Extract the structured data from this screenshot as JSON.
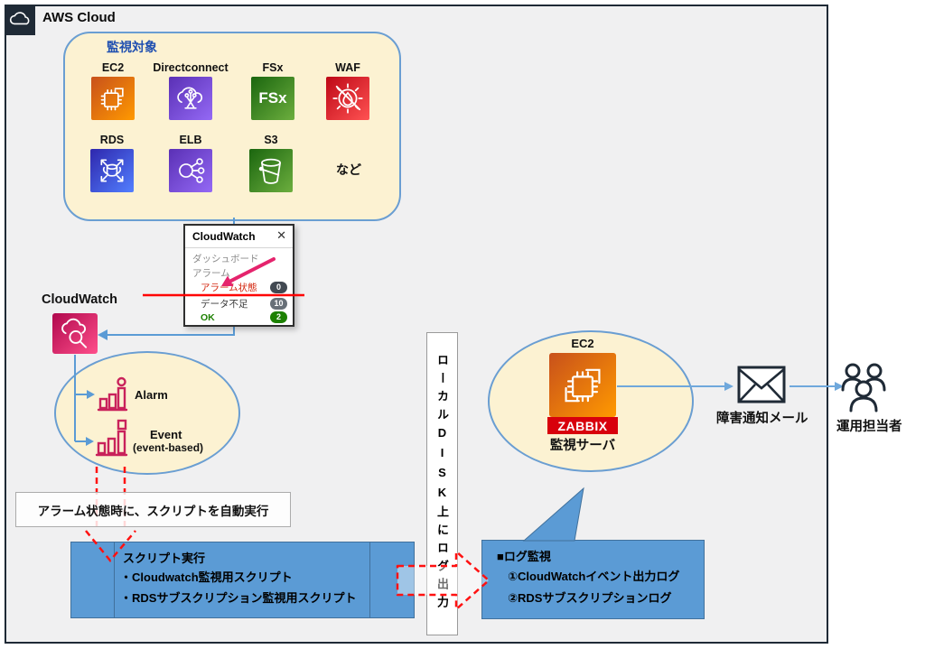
{
  "header": {
    "title": "AWS Cloud"
  },
  "monitoring_targets": {
    "title": "監視対象",
    "etc_label": "など",
    "services": [
      {
        "name": "EC2"
      },
      {
        "name": "Directconnect"
      },
      {
        "name": "FSx",
        "icon_text": "FSx"
      },
      {
        "name": "WAF"
      },
      {
        "name": "RDS"
      },
      {
        "name": "ELB"
      },
      {
        "name": "S3"
      }
    ]
  },
  "cloudwatch_popup": {
    "title": "CloudWatch",
    "close": "✕",
    "items": [
      {
        "label": "ダッシュボード"
      },
      {
        "label": "アラーム"
      },
      {
        "label": "アラーム状態",
        "badge": "0"
      },
      {
        "label": "データ不足",
        "badge": "10"
      },
      {
        "label": "OK",
        "badge": "2"
      }
    ]
  },
  "cloudwatch": {
    "label": "CloudWatch"
  },
  "alarm_event": {
    "alarm_label": "Alarm",
    "event_label": "Event",
    "event_sub": "(event-based)"
  },
  "auto_exec_note": "アラーム状態時に、スクリプトを自動実行",
  "script_box": {
    "title": "スクリプト実行",
    "items": [
      "・Cloudwatch監視用スクリプト",
      "・RDSサブスクリプション監視用スクリプト"
    ]
  },
  "disk_note": "ローカルDISK上にログ出力",
  "zabbix_server": {
    "ec2_label": "EC2",
    "banner": "ZABBIX",
    "server_label": "監視サーバ"
  },
  "log_box": {
    "title": "■ログ監視",
    "items": [
      "①CloudWatchイベント出力ログ",
      "②RDSサブスクリプションログ"
    ]
  },
  "mail": {
    "label": "障害通知メール"
  },
  "operator": {
    "label": "運用担当者"
  },
  "colors": {
    "accent_blue": "#5b9bd5",
    "box_border_blue": "#41719c",
    "cream": "#fcf2d2",
    "frame_dark": "#1f2a36",
    "alarm_red": "#d42a12",
    "annotation_red": "#ff0000",
    "annotation_magenta": "#e5246d",
    "ok_green": "#1d8102",
    "zabbix_red": "#d8000c"
  }
}
